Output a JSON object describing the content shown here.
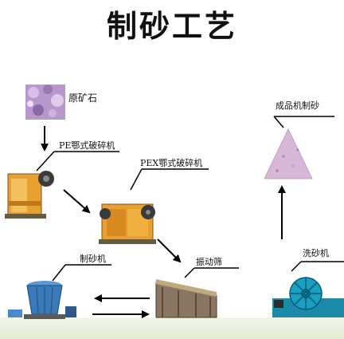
{
  "title": "制砂工艺",
  "labels": {
    "raw_ore": "原矿石",
    "pe_crusher": "PE鄂式破碎机",
    "pex_crusher": "PEX鄂式破碎机",
    "vibrating_screen": "振动筛",
    "sand_maker": "制砂机",
    "sand_washer": "洗砂机",
    "finished_sand": "成品机制砂"
  },
  "colors": {
    "ore": "#c8a8d8",
    "crusher_orange": "#e8a030",
    "crusher_dark": "#6a5a3a",
    "screen_steel": "#7a6a5a",
    "sand_maker_blue": "#3a7ab8",
    "washer_teal": "#1aa0c0",
    "sand_pile": "#d8b8d8",
    "ground": "#e8f0d8"
  }
}
